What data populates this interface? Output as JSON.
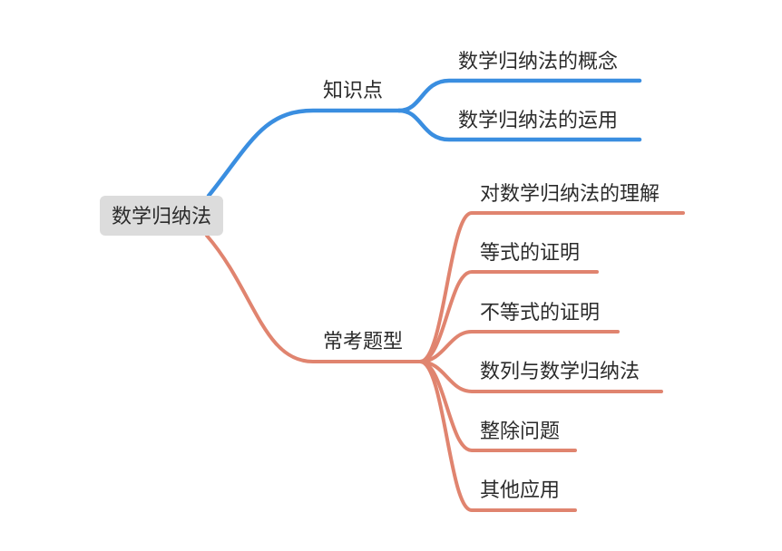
{
  "colors": {
    "branch1": "#3a8ee0",
    "branch2": "#e0846f",
    "root_bg": "#dcdcdc"
  },
  "root": {
    "label": "数学归纳法"
  },
  "branches": [
    {
      "label": "知识点",
      "children": [
        "数学归纳法的概念",
        "数学归纳法的运用"
      ]
    },
    {
      "label": "常考题型",
      "children": [
        "对数学归纳法的理解",
        "等式的证明",
        "不等式的证明",
        "数列与数学归纳法",
        "整除问题",
        "其他应用"
      ]
    }
  ]
}
